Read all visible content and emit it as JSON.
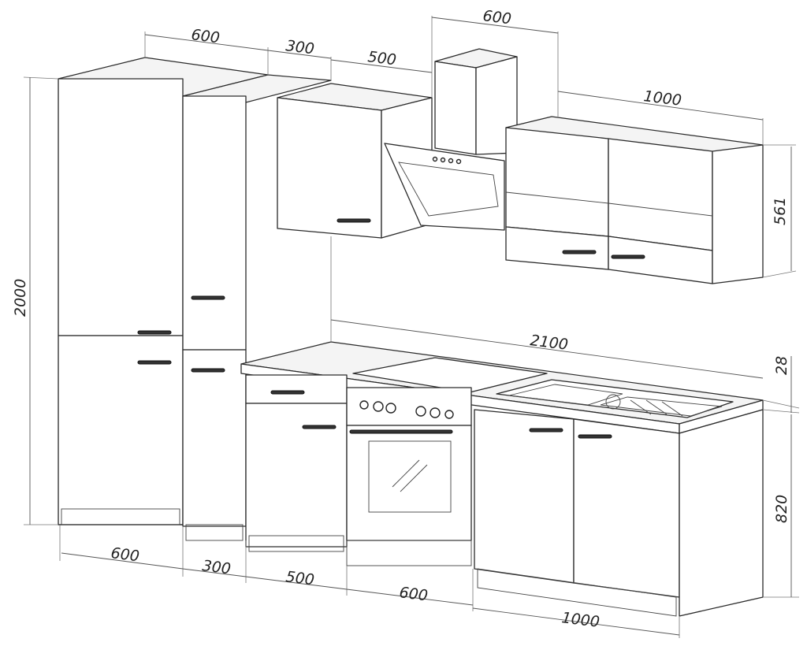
{
  "dimensions": {
    "top_tall_width": "600",
    "top_narrow_width": "300",
    "top_wall_cabinet_width": "500",
    "top_hood_width": "600",
    "top_wall_double_width": "1000",
    "wall_cabinet_height": "561",
    "overall_height": "2000",
    "worktop_length": "2100",
    "worktop_thickness": "28",
    "base_height": "820",
    "bottom_tall_width": "600",
    "bottom_narrow_width": "300",
    "bottom_drawer_unit_width": "500",
    "bottom_oven_width": "600",
    "bottom_sink_unit_width": "1000"
  },
  "colors": {
    "line": "#2a2a2a",
    "background": "#ffffff"
  }
}
